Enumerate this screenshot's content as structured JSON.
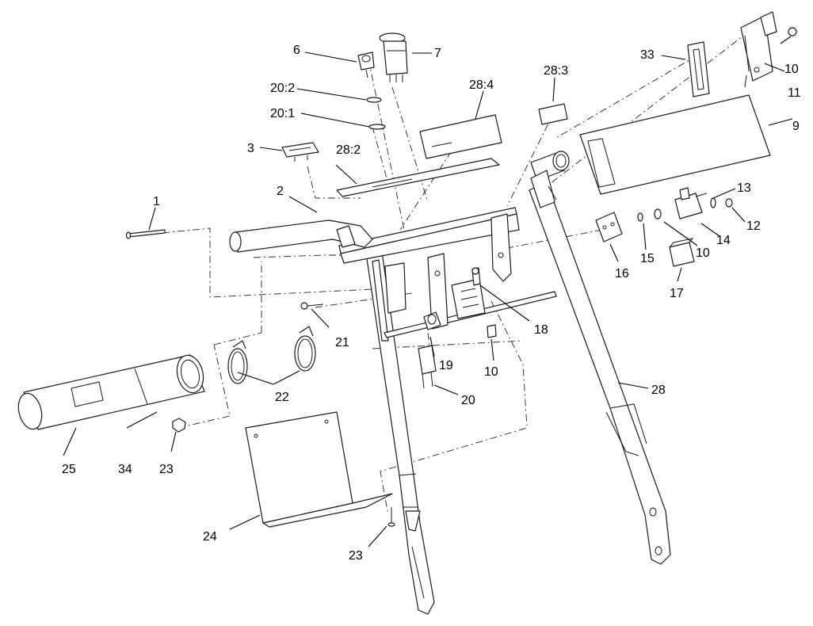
{
  "callouts": {
    "c1": "1",
    "c2": "2",
    "c3": "3",
    "c6": "6",
    "c7": "7",
    "c9": "9",
    "c10a": "10",
    "c10b": "10",
    "c10c": "10",
    "c11": "11",
    "c12": "12",
    "c13": "13",
    "c14": "14",
    "c15": "15",
    "c16": "16",
    "c17": "17",
    "c18": "18",
    "c19": "19",
    "c20": "20",
    "c20_1": "20:1",
    "c20_2": "20:2",
    "c21": "21",
    "c22": "22",
    "c23a": "23",
    "c23b": "23",
    "c24": "24",
    "c25": "25",
    "c28": "28",
    "c28_2": "28:2",
    "c28_3": "28:3",
    "c28_4": "28:4",
    "c33": "33",
    "c34": "34"
  }
}
